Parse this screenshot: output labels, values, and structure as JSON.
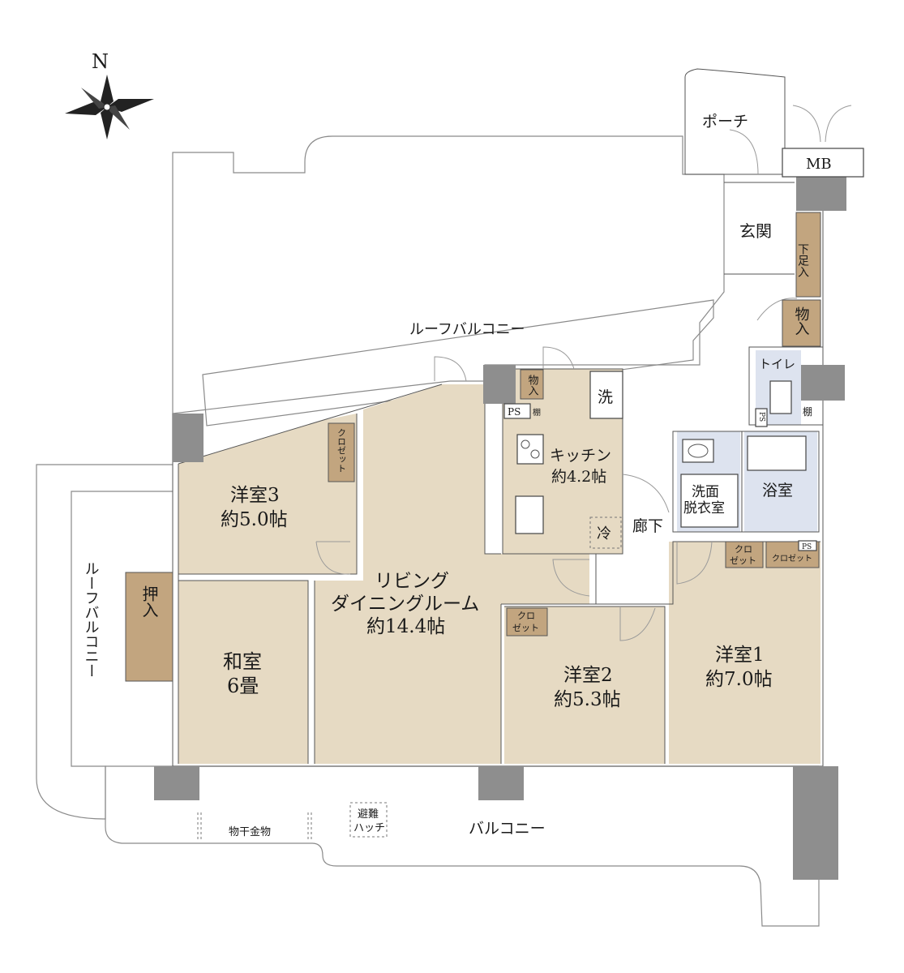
{
  "compass": {
    "north_label": "N",
    "icon": "compass-rose-icon"
  },
  "rooms": {
    "porch": "ポーチ",
    "mb": "MB",
    "entrance": "玄関",
    "shoe_storage": "下足入",
    "storage_entrance": "物入",
    "roof_balcony_top": "ルーフバルコニー",
    "roof_balcony_left": "ルーフバルコニー",
    "toilet": "トイレ",
    "ps_toilet": "PS",
    "shelf_toilet": "棚",
    "laundry": "洗",
    "kitchen_storage": "物入",
    "ps_kitchen": "PS",
    "shelf_kitchen": "棚",
    "kitchen_name": "キッチン",
    "kitchen_size": "約4.2帖",
    "fridge": "冷",
    "washroom_line1": "洗面",
    "washroom_line2": "脱衣室",
    "bathroom": "浴室",
    "hallway": "廊下",
    "closet_w3": "クロゼット",
    "western3_name": "洋室3",
    "western3_size": "約5.0帖",
    "oshiire": "押入",
    "japanese_name": "和室",
    "japanese_size": "6畳",
    "living_line1": "リビング",
    "living_line2": "ダイニングルーム",
    "living_size": "約14.4帖",
    "closet_w2_line1": "クロ",
    "closet_w2_line2": "ゼット",
    "western2_name": "洋室2",
    "western2_size": "約5.3帖",
    "closet_w1a_line1": "クロ",
    "closet_w1a_line2": "ゼット",
    "closet_w1b": "クロゼット",
    "ps_hall": "PS",
    "western1_name": "洋室1",
    "western1_size": "約7.0帖",
    "balcony": "バルコニー",
    "laundry_hardware": "物干金物",
    "hatch_line1": "避難",
    "hatch_line2": "ハッチ"
  },
  "colors": {
    "room_tan": "#e6dac3",
    "room_blue": "#dde3ef",
    "closet_brown": "#c2a57f",
    "pillar_gray": "#8e8e8e"
  }
}
